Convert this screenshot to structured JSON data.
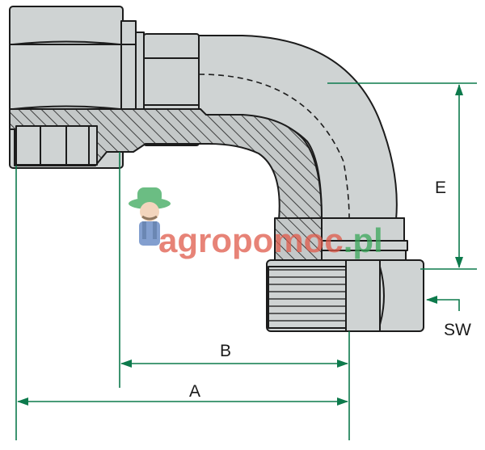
{
  "diagram": {
    "labels": {
      "a": "A",
      "b": "B",
      "e": "E",
      "sw": "SW"
    },
    "watermark": {
      "prefix": "agro",
      "middle": "pomoc",
      "suffix": ".pl",
      "mascot_icon": "farmer-mascot-icon"
    },
    "colors": {
      "body_fill": "#cfd3d3",
      "section_fill": "#c4c8c8",
      "outline": "#1c1c1c",
      "dimension_line": "#0d7a4c",
      "watermark_red": "#e05a4a",
      "watermark_green": "#3aa85a"
    }
  }
}
